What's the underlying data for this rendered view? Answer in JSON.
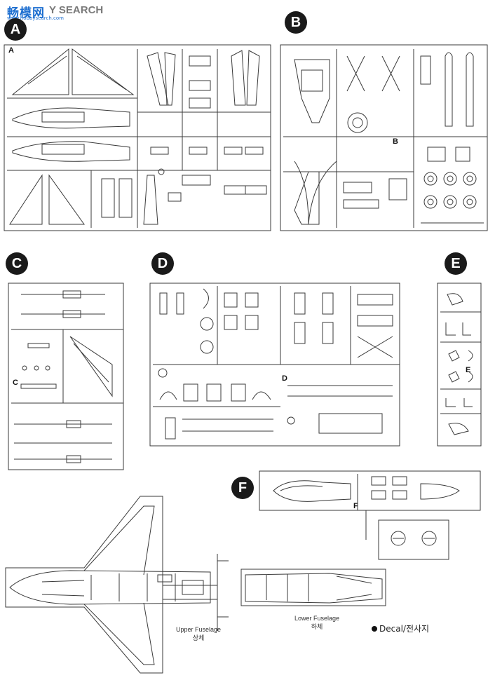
{
  "watermark": {
    "site_name_cn": "畅模网",
    "site_url": "www.hobbysearch.com",
    "site_name_en": "Y SEARCH"
  },
  "sprues": [
    {
      "badge": "A",
      "inner_label": "A"
    },
    {
      "badge": "B",
      "inner_label": "B"
    },
    {
      "badge": "C",
      "inner_label": "C"
    },
    {
      "badge": "D",
      "inner_label": "D"
    },
    {
      "badge": "E",
      "inner_label": "E"
    },
    {
      "badge": "F",
      "inner_label": "F"
    }
  ],
  "captions": {
    "upper_en": "Upper Fuselage",
    "upper_kr": "상체",
    "lower_en": "Lower Fuselage",
    "lower_kr": "하체"
  },
  "decal": {
    "label": "Decal/전사지"
  },
  "colors": {
    "line": "#3a3a3a",
    "badge": "#1a1a1a",
    "watermark_blue": "#1e6fd0",
    "watermark_gray": "#7a7a7a"
  }
}
